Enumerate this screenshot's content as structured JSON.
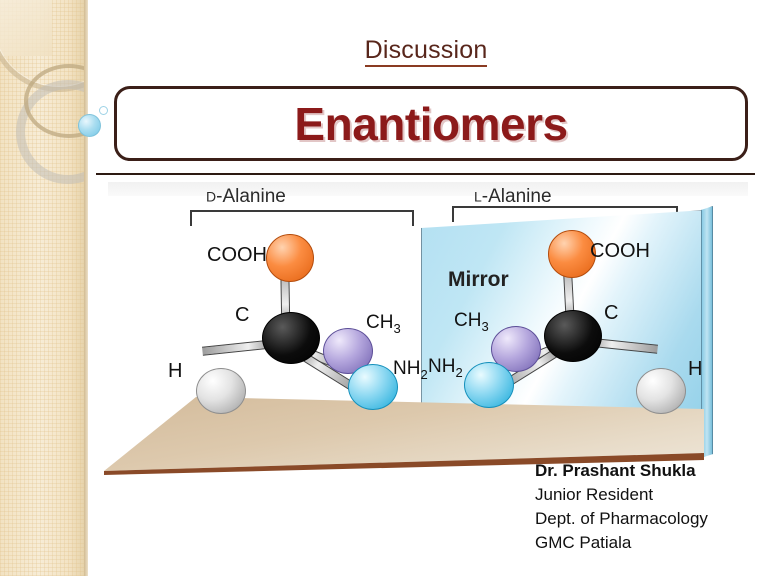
{
  "slide": {
    "kicker": "Discussion",
    "title": "Enantiomers",
    "title_color": "#8c1a1a",
    "kicker_color": "#58261b",
    "sidebar_color": "#f2e2c2"
  },
  "figure": {
    "left_group_label_prefix": "D",
    "left_group_label": "-Alanine",
    "right_group_label_prefix": "L",
    "right_group_label": "-Alanine",
    "mirror_label": "Mirror",
    "left_molecule": {
      "name": "D-Alanine",
      "center_label": "C",
      "substituents": [
        {
          "label": "COOH",
          "color": "#fb8c41",
          "color_name": "orange"
        },
        {
          "label": "CH",
          "sub": "3",
          "color": "#b4a6dd",
          "color_name": "purple"
        },
        {
          "label": "NH",
          "sub": "2",
          "color": "#8fd9f2",
          "color_name": "cyan"
        },
        {
          "label": "H",
          "color": "#e3e3e3",
          "color_name": "silver"
        }
      ]
    },
    "right_molecule": {
      "name": "L-Alanine",
      "center_label": "C",
      "substituents": [
        {
          "label": "COOH",
          "color": "#fb8c41",
          "color_name": "orange"
        },
        {
          "label": "CH",
          "sub": "3",
          "color": "#b4a6dd",
          "color_name": "purple"
        },
        {
          "label": "NH",
          "sub": "2",
          "color": "#8fd9f2",
          "color_name": "cyan"
        },
        {
          "label": "H",
          "color": "#e3e3e3",
          "color_name": "silver"
        }
      ]
    }
  },
  "author": {
    "name": "Dr. Prashant Shukla",
    "role": "Junior Resident",
    "department": "Dept. of Pharmacology",
    "institution": "GMC Patiala"
  }
}
